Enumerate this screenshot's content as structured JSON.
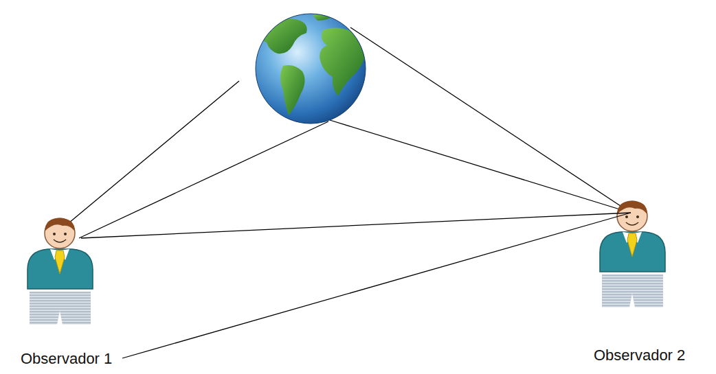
{
  "diagram": {
    "nodes": [
      {
        "text": [
          "Observador 1"
        ]
      },
      {
        "text": [
          "Observador 2"
        ]
      }
    ],
    "edges": [
      {
        "from": 0,
        "to": 1,
        "arrow": "none"
      },
      {
        "from": 0,
        "to": 1,
        "arrow": "none"
      }
    ]
  }
}
